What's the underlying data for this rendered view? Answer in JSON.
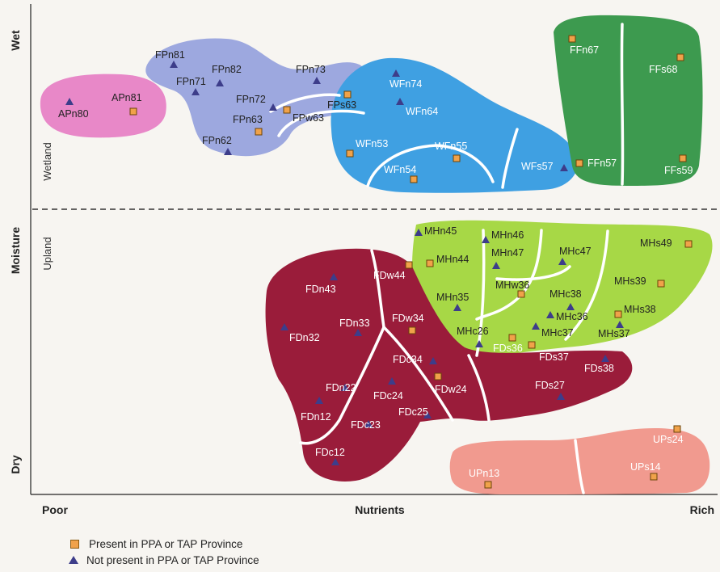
{
  "axis": {
    "y_top": "Wet",
    "y_mid": "Moisture",
    "y_bottom": "Dry",
    "wetland": "Wetland",
    "upland": "Upland",
    "x_left": "Poor",
    "x_mid": "Nutrients",
    "x_right": "Rich"
  },
  "legend": {
    "present": "Present in PPA or TAP Province",
    "not_present": "Not present in PPA or TAP Province"
  },
  "colors": {
    "ap": "#e888c8",
    "fp": "#9da8df",
    "wf": "#3fa0e2",
    "ff": "#3d9a4f",
    "mh": "#a7d846",
    "fd": "#9a1c3a",
    "up": "#f19a8f",
    "present_marker": "#f0a24a",
    "absent_marker": "#3d3d8a"
  },
  "regions": [
    {
      "name": "AP",
      "color": "#e888c8"
    },
    {
      "name": "FP",
      "color": "#9da8df"
    },
    {
      "name": "WF",
      "color": "#3fa0e2"
    },
    {
      "name": "FF",
      "color": "#3d9a4f"
    },
    {
      "name": "MH",
      "color": "#a7d846"
    },
    {
      "name": "FD",
      "color": "#9a1c3a"
    },
    {
      "name": "UP",
      "color": "#f19a8f"
    }
  ],
  "communities": [
    {
      "code": "APn80",
      "marker": "absent",
      "tone": "dark"
    },
    {
      "code": "APn81",
      "marker": "present",
      "tone": "dark"
    },
    {
      "code": "FPn81",
      "marker": "absent",
      "tone": "dark"
    },
    {
      "code": "FPn71",
      "marker": "absent",
      "tone": "dark"
    },
    {
      "code": "FPn82",
      "marker": "absent",
      "tone": "dark"
    },
    {
      "code": "FPn73",
      "marker": "absent",
      "tone": "dark"
    },
    {
      "code": "FPn72",
      "marker": "absent",
      "tone": "dark"
    },
    {
      "code": "FPs63",
      "marker": "present",
      "tone": "dark"
    },
    {
      "code": "FPn63",
      "marker": "present",
      "tone": "dark"
    },
    {
      "code": "FPw63",
      "marker": "present",
      "tone": "dark"
    },
    {
      "code": "FPn62",
      "marker": "absent",
      "tone": "dark"
    },
    {
      "code": "WFn74",
      "marker": "absent",
      "tone": "light"
    },
    {
      "code": "WFn64",
      "marker": "absent",
      "tone": "light"
    },
    {
      "code": "WFn53",
      "marker": "present",
      "tone": "light"
    },
    {
      "code": "WFn55",
      "marker": "present",
      "tone": "light"
    },
    {
      "code": "WFn54",
      "marker": "present",
      "tone": "light"
    },
    {
      "code": "WFs57",
      "marker": "absent",
      "tone": "light"
    },
    {
      "code": "FFn67",
      "marker": "present",
      "tone": "light"
    },
    {
      "code": "FFs68",
      "marker": "present",
      "tone": "light"
    },
    {
      "code": "FFn57",
      "marker": "present",
      "tone": "light"
    },
    {
      "code": "FFs59",
      "marker": "present",
      "tone": "light"
    },
    {
      "code": "MHn45",
      "marker": "absent",
      "tone": "dark"
    },
    {
      "code": "MHn46",
      "marker": "absent",
      "tone": "dark"
    },
    {
      "code": "MHn44",
      "marker": "present",
      "tone": "dark"
    },
    {
      "code": "MHn47",
      "marker": "absent",
      "tone": "dark"
    },
    {
      "code": "MHc47",
      "marker": "absent",
      "tone": "dark"
    },
    {
      "code": "MHs49",
      "marker": "present",
      "tone": "dark"
    },
    {
      "code": "MHw36",
      "marker": "present",
      "tone": "dark"
    },
    {
      "code": "MHn35",
      "marker": "absent",
      "tone": "dark"
    },
    {
      "code": "MHc38",
      "marker": "absent",
      "tone": "dark"
    },
    {
      "code": "MHs39",
      "marker": "present",
      "tone": "dark"
    },
    {
      "code": "MHc36",
      "marker": "absent",
      "tone": "dark"
    },
    {
      "code": "MHs38",
      "marker": "present",
      "tone": "dark"
    },
    {
      "code": "MHc26",
      "marker": "absent",
      "tone": "dark"
    },
    {
      "code": "MHc37",
      "marker": "absent",
      "tone": "dark"
    },
    {
      "code": "MHs37",
      "marker": "absent",
      "tone": "dark"
    },
    {
      "code": "FDn43",
      "marker": "absent",
      "tone": "light"
    },
    {
      "code": "FDw44",
      "marker": "present",
      "tone": "light"
    },
    {
      "code": "FDn33",
      "marker": "absent",
      "tone": "light"
    },
    {
      "code": "FDw34",
      "marker": "present",
      "tone": "light"
    },
    {
      "code": "FDn32",
      "marker": "absent",
      "tone": "light"
    },
    {
      "code": "FDc34",
      "marker": "absent",
      "tone": "light"
    },
    {
      "code": "FDs36",
      "marker": "present",
      "tone": "light"
    },
    {
      "code": "FDs37",
      "marker": "present",
      "tone": "light"
    },
    {
      "code": "FDs38",
      "marker": "absent",
      "tone": "light"
    },
    {
      "code": "FDn22",
      "marker": "absent",
      "tone": "light"
    },
    {
      "code": "FDc24",
      "marker": "absent",
      "tone": "light"
    },
    {
      "code": "FDw24",
      "marker": "present",
      "tone": "light"
    },
    {
      "code": "FDs27",
      "marker": "absent",
      "tone": "light"
    },
    {
      "code": "FDn12",
      "marker": "absent",
      "tone": "light"
    },
    {
      "code": "FDc25",
      "marker": "absent",
      "tone": "light"
    },
    {
      "code": "FDc23",
      "marker": "absent",
      "tone": "light"
    },
    {
      "code": "FDc12",
      "marker": "absent",
      "tone": "light"
    },
    {
      "code": "UPs24",
      "marker": "present",
      "tone": "light"
    },
    {
      "code": "UPs14",
      "marker": "present",
      "tone": "light"
    },
    {
      "code": "UPn13",
      "marker": "present",
      "tone": "light"
    }
  ]
}
